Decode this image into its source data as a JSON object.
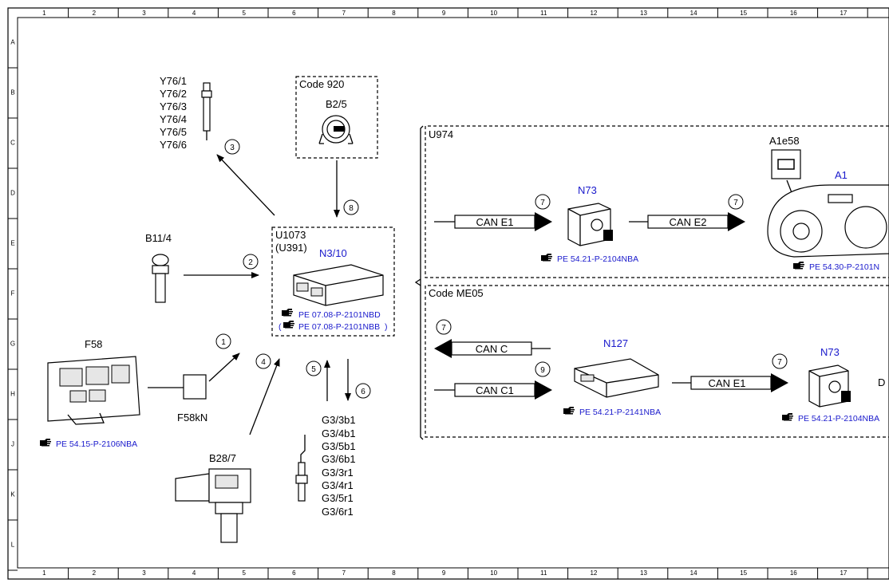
{
  "ruler": {
    "columns": [
      "1",
      "2",
      "3",
      "4",
      "5",
      "6",
      "7",
      "8",
      "9",
      "10",
      "11",
      "12",
      "13",
      "14",
      "15",
      "16",
      "17"
    ],
    "rows": [
      "A",
      "B",
      "C",
      "D",
      "E",
      "F",
      "G",
      "H",
      "J",
      "K",
      "L"
    ]
  },
  "components": {
    "y76": {
      "labels": [
        "Y76/1",
        "Y76/2",
        "Y76/3",
        "Y76/4",
        "Y76/5",
        "Y76/6"
      ]
    },
    "b2_5": {
      "box_label": "Code 920",
      "label": "B2/5"
    },
    "b11_4": {
      "label": "B11/4"
    },
    "u1073": {
      "label_1": "U1073",
      "label_2": "(U391)",
      "label": "N3/10",
      "ref_1": "PE 07.08-P-2101NBD",
      "ref_2": "PE 07.08-P-2101NBB"
    },
    "f58": {
      "label": "F58",
      "ref": "PE 54.15-P-2106NBA"
    },
    "f58kn": {
      "label": "F58kN"
    },
    "b28_7": {
      "label": "B28/7"
    },
    "g3": {
      "labels": [
        "G3/3b1",
        "G3/4b1",
        "G3/5b1",
        "G3/6b1",
        "G3/3r1",
        "G3/4r1",
        "G3/5r1",
        "G3/6r1"
      ]
    },
    "u974": {
      "label": "U974",
      "can_in": "CAN E1",
      "n73_label": "N73",
      "n73_ref": "PE 54.21-P-2104NBA",
      "can_out": "CAN E2",
      "a1e58_label": "A1e58",
      "a1_label": "A1",
      "a1_ref": "PE 54.30-P-2101N"
    },
    "me05": {
      "label": "Code ME05",
      "can_c": "CAN C",
      "can_c1": "CAN C1",
      "n127_label": "N127",
      "n127_ref": "PE 54.21-P-2141NBA",
      "can_e1": "CAN E1",
      "n73_label": "N73",
      "n73_ref": "PE 54.21-P-2104NBA",
      "cut_letter": "D"
    }
  },
  "circles": {
    "c1": "1",
    "c2": "2",
    "c3": "3",
    "c4": "4",
    "c5": "5",
    "c6": "6",
    "c8": "8",
    "c7a": "7",
    "c7b": "7",
    "c7c": "7",
    "c7d": "7",
    "c9": "9"
  },
  "icons": {
    "ref": "pointing-hand-icon"
  }
}
